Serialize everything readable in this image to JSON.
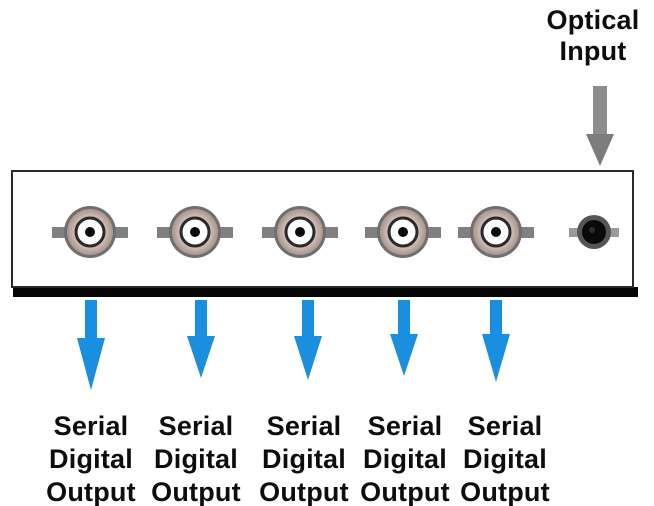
{
  "diagram": {
    "optical_input": {
      "line1": "Optical",
      "line2": "Input"
    },
    "outputs": [
      {
        "line1": "Serial",
        "line2": "Digital",
        "line3": "Output"
      },
      {
        "line1": "Serial",
        "line2": "Digital",
        "line3": "Output"
      },
      {
        "line1": "Serial",
        "line2": "Digital",
        "line3": "Output"
      },
      {
        "line1": "Serial",
        "line2": "Digital",
        "line3": "Output"
      },
      {
        "line1": "Serial",
        "line2": "Digital",
        "line3": "Output"
      }
    ],
    "colors": {
      "output_arrow": "#1a8fe0",
      "input_arrow": "#8a8a8a",
      "connector_ring": "#c9b9b0",
      "connector_body": "#777777",
      "panel_border": "#2a2a2a",
      "panel_shadow": "#050505"
    }
  }
}
